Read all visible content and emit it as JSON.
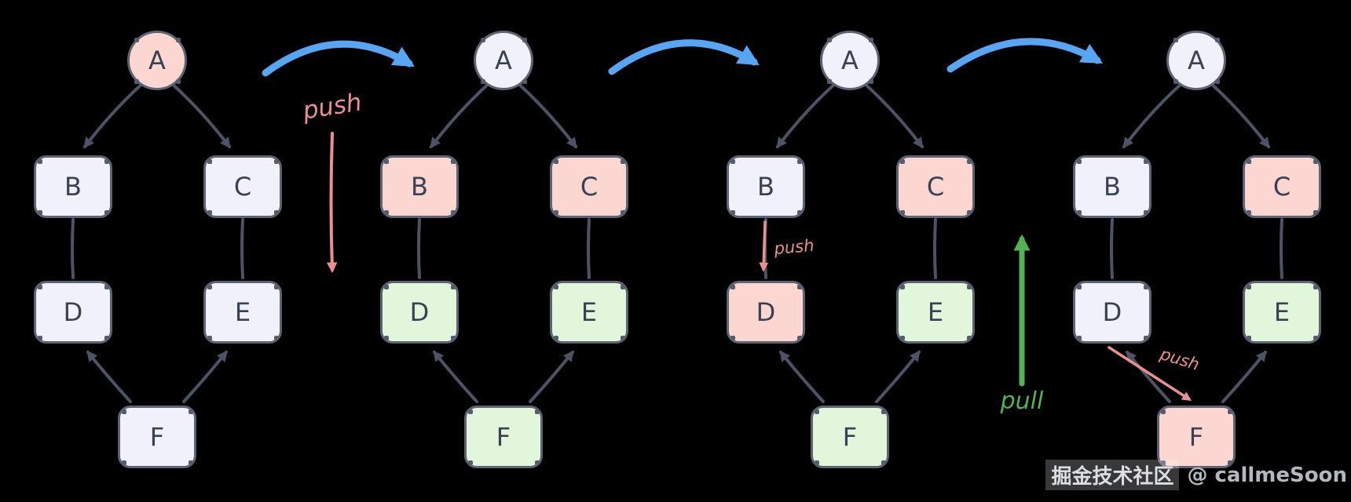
{
  "colors": {
    "background": "#000000",
    "node_border": "#5d6372",
    "node_text": "#3a4154",
    "edge": "#4d5364",
    "lavender": "#f1f1fb",
    "pink": "#fcd7d1",
    "green": "#e2f6db",
    "blue_arrow": "#57a5f3",
    "push_pink": "#e99090",
    "pull_green": "#53b253"
  },
  "annotations": {
    "push_transition_label": "push",
    "push_b_to_d_label": "push",
    "push_d_to_f_label": "push",
    "pull_label": "pull"
  },
  "watermark": {
    "community": "掘金技术社区",
    "handle": "@ callmeSoon"
  },
  "stages": [
    {
      "name": "stage-1",
      "nodes": [
        {
          "id": "A",
          "label": "A",
          "state": "pink"
        },
        {
          "id": "B",
          "label": "B",
          "state": "lavender"
        },
        {
          "id": "C",
          "label": "C",
          "state": "lavender"
        },
        {
          "id": "D",
          "label": "D",
          "state": "lavender"
        },
        {
          "id": "E",
          "label": "E",
          "state": "lavender"
        },
        {
          "id": "F",
          "label": "F",
          "state": "lavender"
        }
      ]
    },
    {
      "name": "stage-2",
      "nodes": [
        {
          "id": "A",
          "label": "A",
          "state": "lavender"
        },
        {
          "id": "B",
          "label": "B",
          "state": "pink"
        },
        {
          "id": "C",
          "label": "C",
          "state": "pink"
        },
        {
          "id": "D",
          "label": "D",
          "state": "green"
        },
        {
          "id": "E",
          "label": "E",
          "state": "green"
        },
        {
          "id": "F",
          "label": "F",
          "state": "green"
        }
      ]
    },
    {
      "name": "stage-3",
      "nodes": [
        {
          "id": "A",
          "label": "A",
          "state": "lavender"
        },
        {
          "id": "B",
          "label": "B",
          "state": "lavender"
        },
        {
          "id": "C",
          "label": "C",
          "state": "pink"
        },
        {
          "id": "D",
          "label": "D",
          "state": "pink"
        },
        {
          "id": "E",
          "label": "E",
          "state": "green"
        },
        {
          "id": "F",
          "label": "F",
          "state": "green"
        }
      ]
    },
    {
      "name": "stage-4",
      "nodes": [
        {
          "id": "A",
          "label": "A",
          "state": "lavender"
        },
        {
          "id": "B",
          "label": "B",
          "state": "lavender"
        },
        {
          "id": "C",
          "label": "C",
          "state": "pink"
        },
        {
          "id": "D",
          "label": "D",
          "state": "lavender"
        },
        {
          "id": "E",
          "label": "E",
          "state": "green"
        },
        {
          "id": "F",
          "label": "F",
          "state": "pink"
        }
      ]
    }
  ]
}
